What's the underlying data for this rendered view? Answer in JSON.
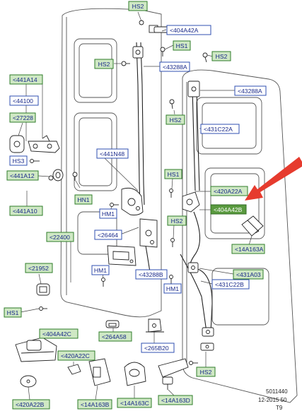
{
  "labels": {
    "hs2_top": "HS2",
    "p404a42a": "404A42A",
    "hs1_top": "HS1",
    "hs2_right": "HS2",
    "hs2_left": "HS2",
    "p43288a_1": "43288A",
    "p441a14": "441A14",
    "p44100": "44100",
    "p43288a_2": "43288A",
    "p27228": "27228",
    "hs2_mid": "HS2",
    "p431c22a": "431C22A",
    "hs3": "HS3",
    "p441n48": "441N48",
    "p441a12": "441A12",
    "hs1_mid": "HS1",
    "p420a22a": "420A22A",
    "hn1": "HN1",
    "p404a42b": "404A42B",
    "p441a10": "441A10",
    "hm1_a": "HM1",
    "hs2_lower": "HS2",
    "p22400": "22400",
    "p26464": "26464",
    "p14a163a": "14A163A",
    "p21952": "21952",
    "hm1_b": "HM1",
    "p43288b": "43288B",
    "p431a03": "431A03",
    "hm1_c": "HM1",
    "p431c22b": "431C22B",
    "hs1_bottom": "HS1",
    "p404a42c": "404A42C",
    "p264a58": "264A58",
    "p265b20": "265B20",
    "p420a22c": "420A22C",
    "hs2_bottom": "HS2",
    "p420a22b": "420A22B",
    "p14a163b": "14A163B",
    "p14a163c": "14A163C",
    "p14a163d": "14A163D"
  },
  "meta": {
    "drawing_no": "5011440",
    "date_code": "12-2015 50",
    "sheet": "T9"
  },
  "highlight_color": "#e63b2e"
}
